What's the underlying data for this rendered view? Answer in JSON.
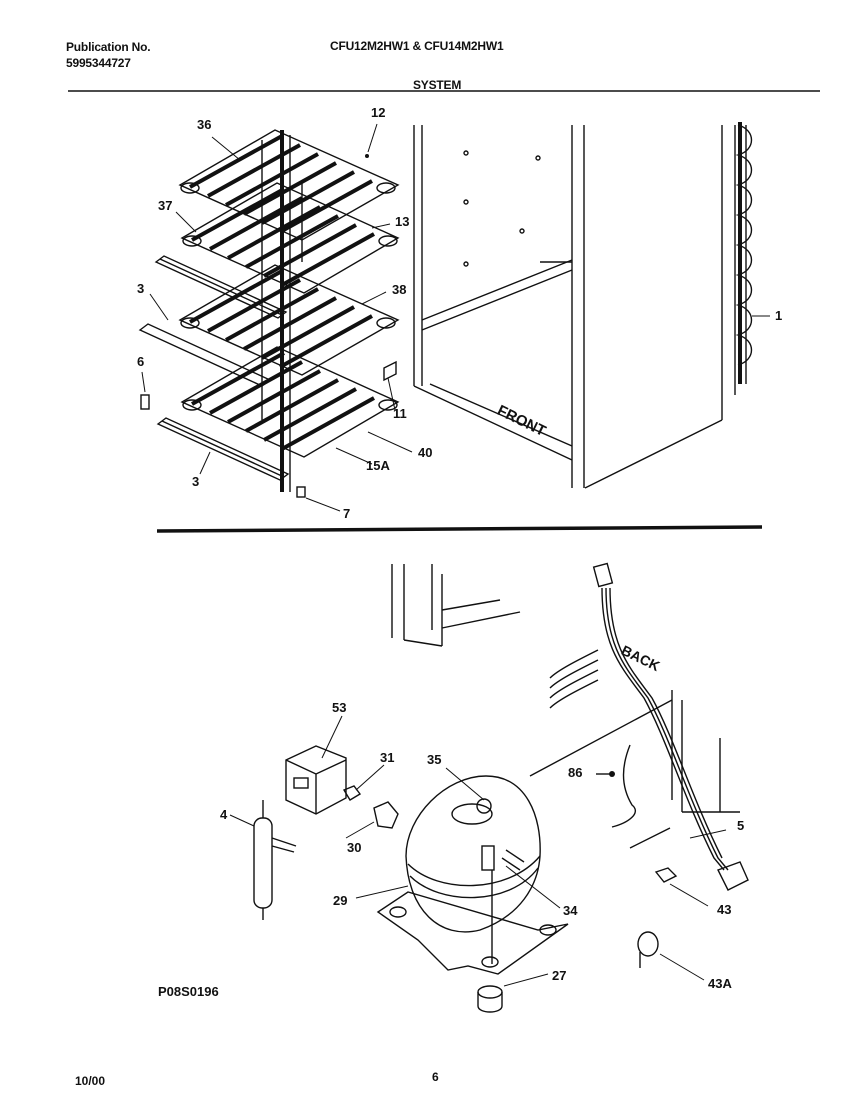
{
  "header": {
    "publication_label": "Publication No.",
    "publication_number": "5995344727",
    "models": "CFU12M2HW1  &  CFU14M2HW1",
    "section_title": "SYSTEM"
  },
  "upper_callouts": [
    "36",
    "12",
    "37",
    "13",
    "3",
    "38",
    "1",
    "6",
    "11",
    "40",
    "15A",
    "3",
    "7"
  ],
  "upper_text": {
    "front": "FRONT"
  },
  "lower_callouts": [
    "53",
    "31",
    "35",
    "86",
    "5",
    "4",
    "30",
    "29",
    "34",
    "43",
    "27",
    "43A"
  ],
  "lower_text": {
    "back": "BACK",
    "diagram_code": "P08S0196"
  },
  "footer": {
    "date": "10/00",
    "page": "6"
  }
}
